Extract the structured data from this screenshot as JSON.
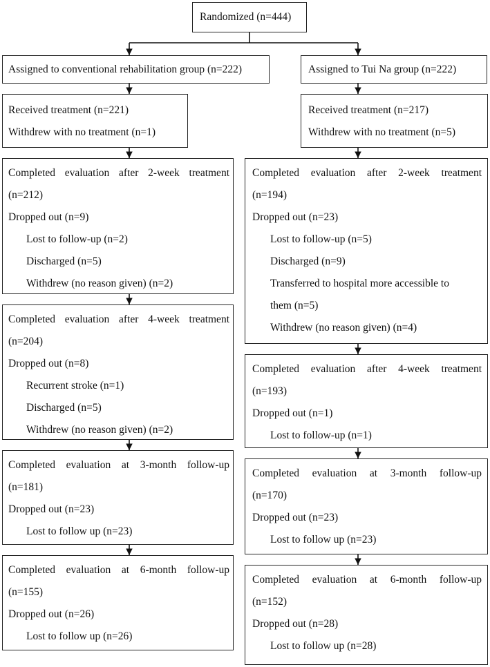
{
  "randomized": "Randomized (n=444)",
  "left": {
    "assigned": "Assigned to conventional rehabilitation group (n=222)",
    "treatment": [
      "Received treatment (n=221)",
      "Withdrew with no treatment (n=1)"
    ],
    "week2": [
      "Completed evaluation after 2-week treatment",
      "(n=212)",
      "Dropped out (n=9)",
      "Lost to follow-up (n=2)",
      "Discharged (n=5)",
      "Withdrew (no reason given) (n=2)"
    ],
    "week4": [
      "Completed evaluation after 4-week treatment",
      "(n=204)",
      "Dropped out (n=8)",
      "Recurrent stroke (n=1)",
      "Discharged (n=5)",
      "Withdrew (no reason given) (n=2)"
    ],
    "month3": [
      "Completed evaluation at 3-month follow-up",
      "(n=181)",
      "Dropped out (n=23)",
      "Lost to follow up (n=23)"
    ],
    "month6": [
      "Completed evaluation at 6-month follow-up",
      "(n=155)",
      "Dropped out (n=26)",
      "Lost to follow up (n=26)"
    ]
  },
  "right": {
    "assigned": "Assigned to Tui Na group (n=222)",
    "treatment": [
      "Received treatment (n=217)",
      "Withdrew with no treatment (n=5)"
    ],
    "week2": [
      "Completed evaluation after 2-week treatment",
      "(n=194)",
      "Dropped out (n=23)",
      "Lost to follow-up (n=5)",
      "Discharged (n=9)",
      "Transferred to hospital more accessible to",
      "them (n=5)",
      "Withdrew (no reason given) (n=4)"
    ],
    "week4": [
      "Completed evaluation after 4-week treatment",
      "(n=193)",
      "Dropped out (n=1)",
      "Lost to follow-up (n=1)"
    ],
    "month3": [
      "Completed evaluation at 3-month follow-up",
      "(n=170)",
      "Dropped out (n=23)",
      "Lost to follow up (n=23)"
    ],
    "month6": [
      "Completed evaluation at 6-month follow-up",
      "(n=152)",
      "Dropped out (n=28)",
      "Lost to follow up (n=28)"
    ]
  }
}
